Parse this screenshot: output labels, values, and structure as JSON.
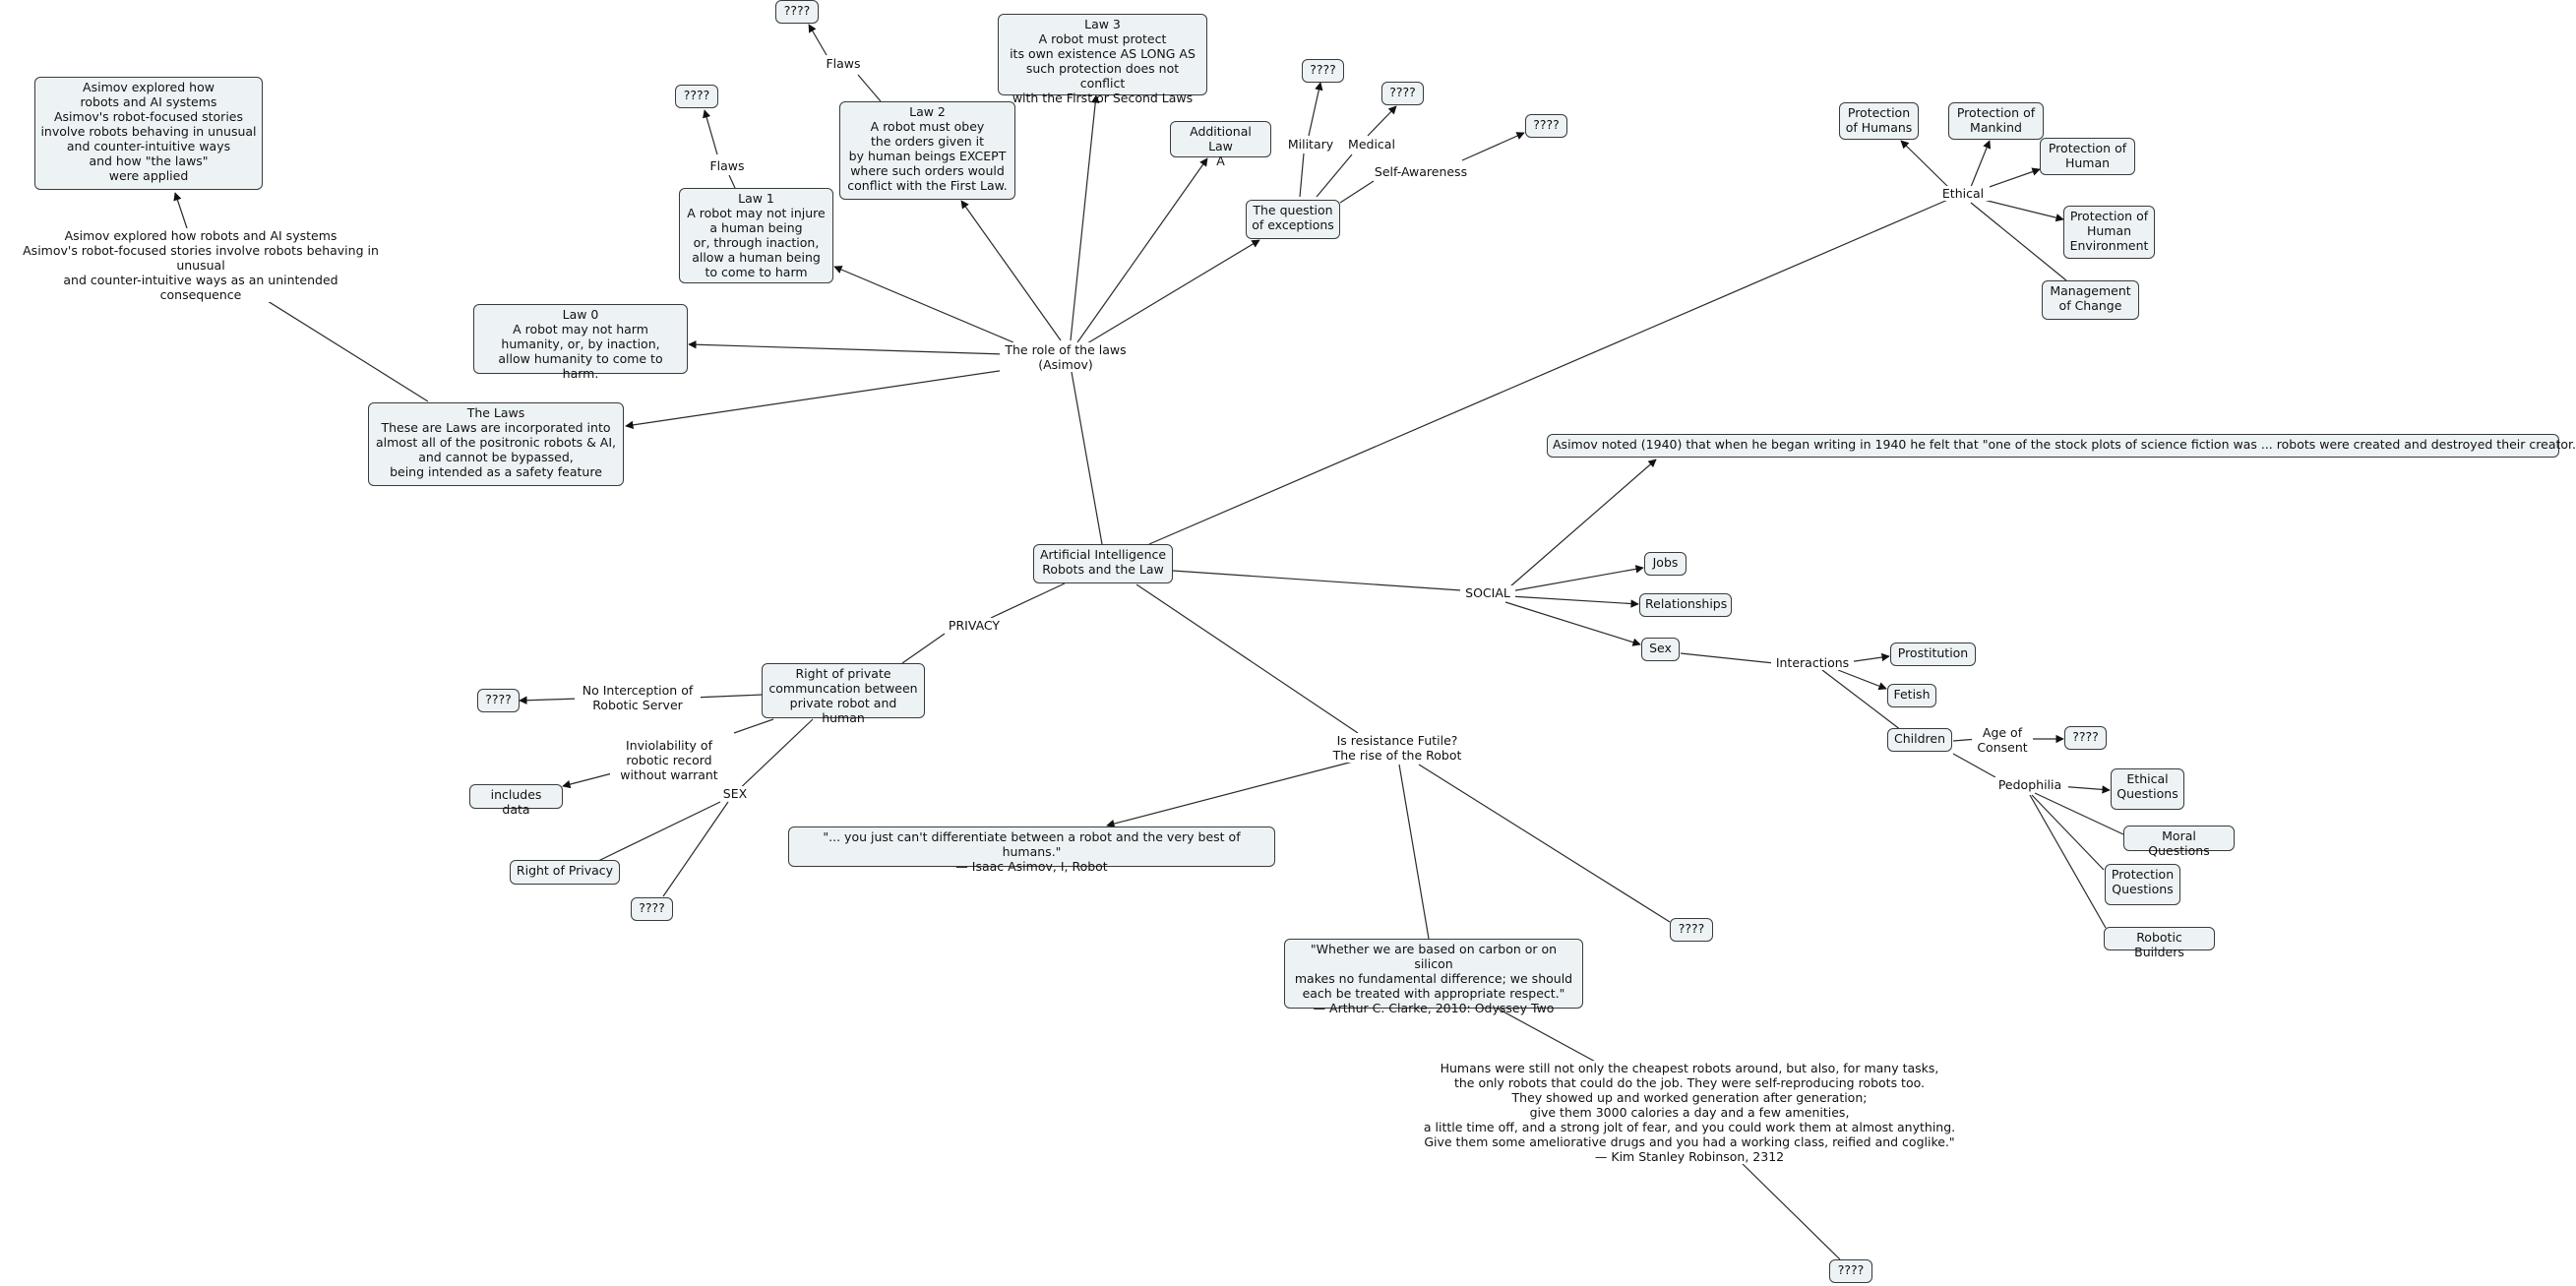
{
  "colors": {
    "background": "#ffffff",
    "node_fill": "#edf3f5",
    "line": "#2b2b2b"
  },
  "nodes": {
    "ai_robots_law": "Artificial Intelligence\nRobots and the Law",
    "the_laws": "The Laws\nThese are Laws are incorporated into\nalmost all of the positronic robots & AI,\nand cannot be bypassed,\nbeing intended as a safety feature",
    "asimov_explored_box": "Asimov explored how\nrobots and AI systems\nAsimov's robot-focused stories\ninvolve robots behaving in unusual\nand counter-intuitive ways\nand how \"the laws\"\nwere applied",
    "law0": "Law 0\nA robot may not harm\nhumanity, or, by inaction,\nallow humanity to come to harm.",
    "law1": "Law 1\nA robot may not injure\na human being\nor, through inaction,\nallow a human being\nto come to harm",
    "law1_unknown": "????",
    "law2": "Law 2\nA robot must obey\nthe orders given it\nby human beings EXCEPT\nwhere such orders would\nconflict with the First Law.",
    "law2_unknown": "????",
    "law3": "Law 3\nA robot must protect\nits own existence AS LONG AS\nsuch protection does not conflict\nwith the First or Second Laws",
    "additional_law": "Additional Law\nA",
    "question_exceptions": "The question\nof exceptions",
    "military_unknown": "????",
    "medical_unknown": "????",
    "self_awareness_unknown": "????",
    "protection_humans": "Protection\nof Humans",
    "protection_mankind": "Protection of\nMankind",
    "protection_human": "Protection of\nHuman",
    "protection_environment": "Protection of\nHuman\nEnvironment",
    "management_change": "Management\nof Change",
    "asimov_noted": "Asimov noted (1940) that when he began writing in 1940 he felt that \"one of the stock plots of science fiction was ... robots were created and destroyed their creator.",
    "jobs": "Jobs",
    "relationships": "Relationships",
    "sex": "Sex",
    "prostitution": "Prostitution",
    "fetish": "Fetish",
    "children": "Children",
    "age_unknown": "????",
    "ethical_questions": "Ethical\nQuestions",
    "moral_questions": "Moral Questions",
    "protection_questions": "Protection\nQuestions",
    "robotic_builders": "Robotic Builders",
    "right_private_comm": "Right of private\ncommuncation between\nprivate robot and human",
    "interception_unknown": "????",
    "includes_data": "includes data",
    "right_privacy": "Right of Privacy",
    "sex_unknown": "????",
    "asimov_quote": "\"... you just can't differentiate between a robot and the very best of humans.\"\n— Isaac Asimov, I, Robot",
    "clarke_quote": "\"Whether we are based on carbon or on silicon\nmakes no fundamental difference; we should\neach be treated with appropriate respect.\"\n— Arthur C. Clarke, 2010: Odyssey Two",
    "resistance_unknown": "????",
    "robinson_unknown": "????"
  },
  "labels": {
    "asimov_explored_text": "Asimov explored how robots and AI systems\nAsimov's robot-focused stories involve robots behaving in unusual\nand counter-intuitive ways as an unintended\nconsequence",
    "role_of_laws": "The role of the laws\n(Asimov)",
    "flaws1": "Flaws",
    "flaws2": "Flaws",
    "military": "Military",
    "medical": "Medical",
    "self_awareness": "Self-Awareness",
    "ethical": "Ethical",
    "social": "SOCIAL",
    "interactions": "Interactions",
    "age_of_consent": "Age of\nConsent",
    "pedophilia": "Pedophilia",
    "privacy": "PRIVACY",
    "no_interception": "No Interception of\nRobotic Server",
    "inviolability": "Inviolability of\nrobotic record\nwithout warrant",
    "sex_label": "SEX",
    "resistance": "Is resistance Futile?\nThe rise of the Robot",
    "robinson": "Humans were still not only the cheapest robots around, but also, for many tasks,\nthe only robots that could do the job. They were self-reproducing robots too.\nThey showed up and worked generation after generation;\ngive them 3000 calories a day and a few amenities,\na little time off, and a strong jolt of fear, and you could work them at almost anything.\nGive them some ameliorative drugs and you had a working class, reified and coglike.\"\n— Kim Stanley Robinson, 2312"
  }
}
